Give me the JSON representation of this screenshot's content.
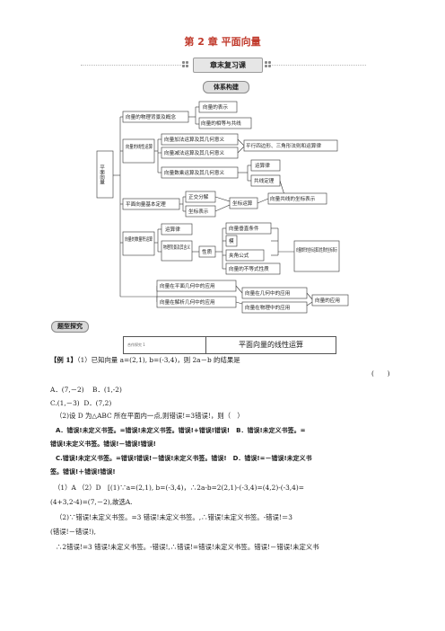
{
  "header": {
    "chapter_title": "第 2 章  平面向量",
    "section_banner": "章末复习课",
    "framework_badge": "体系构建"
  },
  "diagram": {
    "root": "平面向量",
    "b1": "向量的物理背景及概念",
    "b1a": "向量的表示",
    "b1b": "向量的相等与共线",
    "b2": "向量的线性运算",
    "b2a": "向量加法运算及其几何意义",
    "b2b": "向量减法运算及其几何意义",
    "b2c": "向量数乘运算及其几何意义",
    "b2d": "平行四边形、三角形法则和运算律",
    "b2e": "运算律",
    "b2f": "共线定理",
    "b3": "平面向量基本定理",
    "b3a": "正交分解",
    "b3b": "坐标表示",
    "b3c": "坐标运算",
    "b3d": "向量共线的坐标表示",
    "b4": "向量的数量积运算",
    "b4a": "运算律",
    "b4b": "物理背景及其含义",
    "b4c": "性质",
    "b4d": "向量垂直条件",
    "b4e": "模",
    "b4f": "夹角公式",
    "b4g": "向量的不等式性质",
    "b4h": "向量数积的坐标运算及性质的坐标表示",
    "b5a": "向量在平面几何中的应用",
    "b5b": "向量在解析几何中的应用",
    "b5c": "向量在几何中的应用",
    "b5d": "向量在物理中的应用",
    "b5e": "向量的应用"
  },
  "section": {
    "tag": "题型探究",
    "topic_left": "合作探究 1",
    "topic": "平面向量的线性运算"
  },
  "content": {
    "ex_label": "【例 1】",
    "ex_q1": "（1）已知向量 a=(2,1), b=(-3,4)，则 2a－b 的结果是",
    "paren": "(　　)",
    "optA": "A．(7,－2)",
    "optB": "B．(1,-2)",
    "optC": "C.(1,－3)",
    "optD": "D．(7,2)",
    "ex_q2": "（2)设 D 为△ABC 所在平面内一点,则错误!=3错误!，则（　）",
    "a_line1": "A．错误!未定义书签。=错误!未定义书签。错误!+错误!错误!　B．错误!未定义书签。=",
    "a_line2": "错误!未定义书签。错误!－错误!错误!",
    "c_line1": "C.错误!未定义书签。=错误!错误!－错误!未定义书签。错误!　D．错误!=－错误!未定义书",
    "c_line2": "签。错误!＋错误!错误!",
    "ans_line1": "（1）A （2）D　[(1)∵a=(2,1), b=(-3,4)，∴2a-b=2(2,1)-(-3,4)=(4,2)-(-3,4)=",
    "ans_line2": "(4+3,2-4)=(7,－2),故选A.",
    "ans_line3": "（2)∵错误!未定义书签。=3 错误!未定义书签。,∴错误!未定义书签。-错误!＝3",
    "ans_line4": "(错误!－错误!),",
    "ans_line5": "∴2错误!=3 错误!未定义书签。-错误!,∴错误!=错误!未定义书签。错误!－错误!未定义书"
  }
}
